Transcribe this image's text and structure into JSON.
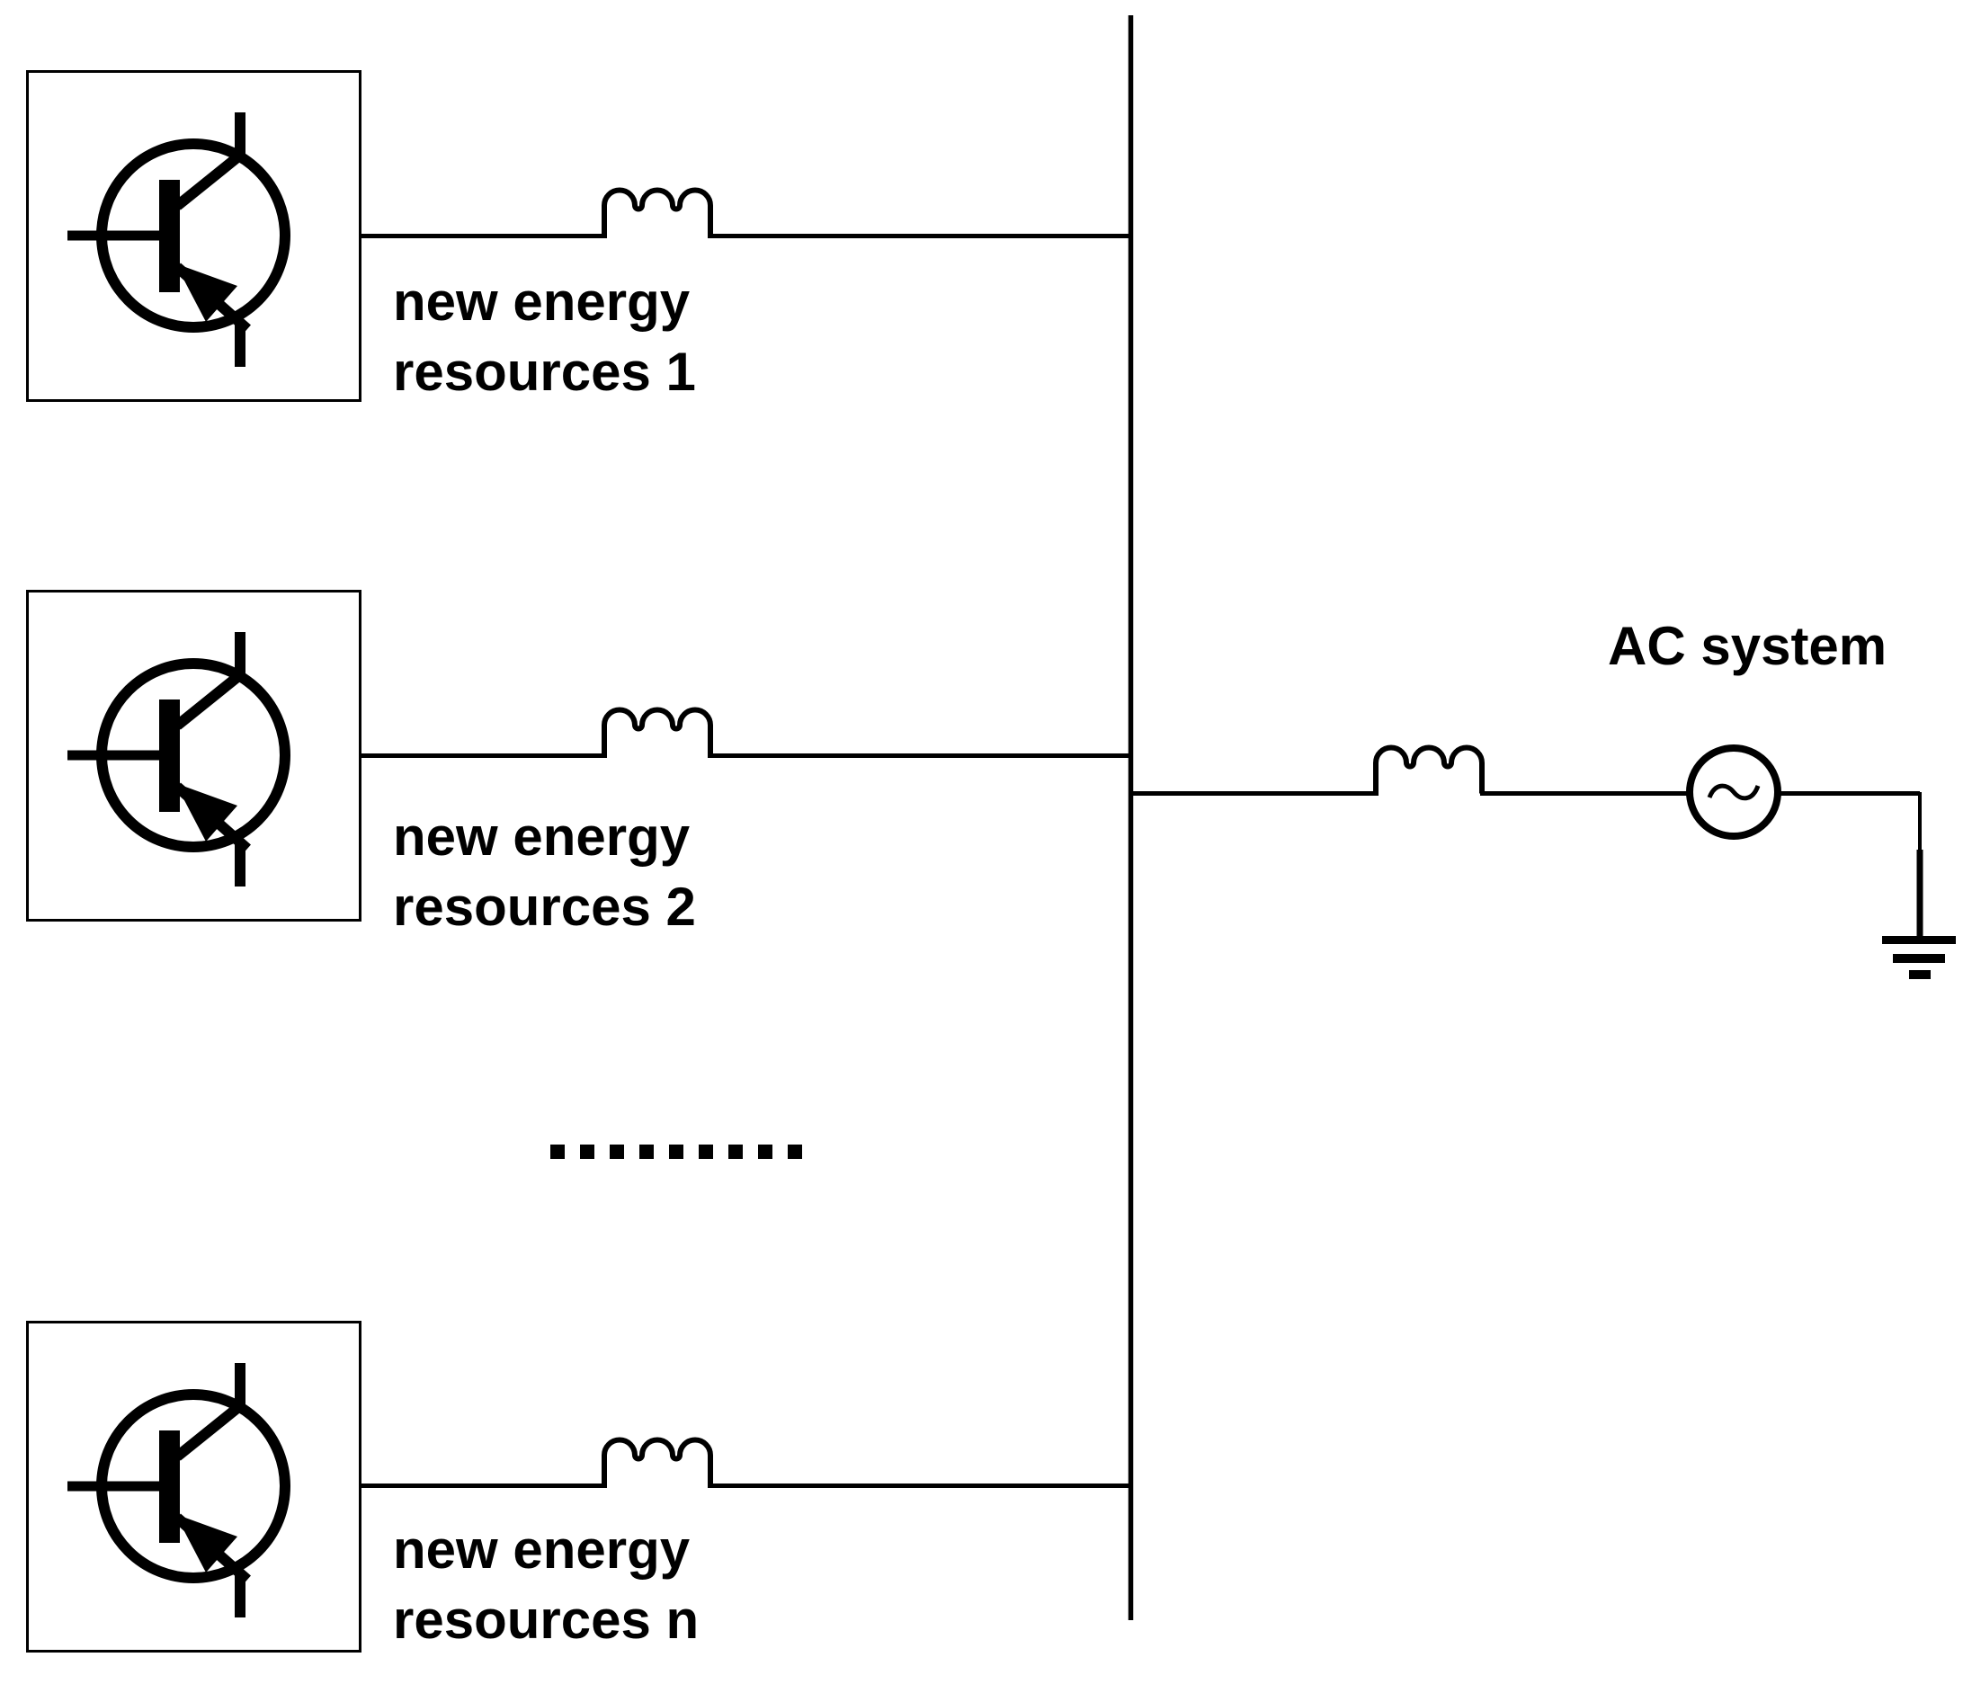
{
  "diagram": {
    "type": "single-line electrical diagram",
    "sources": [
      {
        "line1": "new energy",
        "line2": "resources 1"
      },
      {
        "line1": "new energy",
        "line2": "resources 2"
      },
      {
        "line1": "new energy",
        "line2": "resources n"
      }
    ],
    "ac_system_label": "AC system",
    "continuation_dots_count": 9,
    "colors": {
      "ink": "#000000",
      "background": "#ffffff"
    }
  }
}
